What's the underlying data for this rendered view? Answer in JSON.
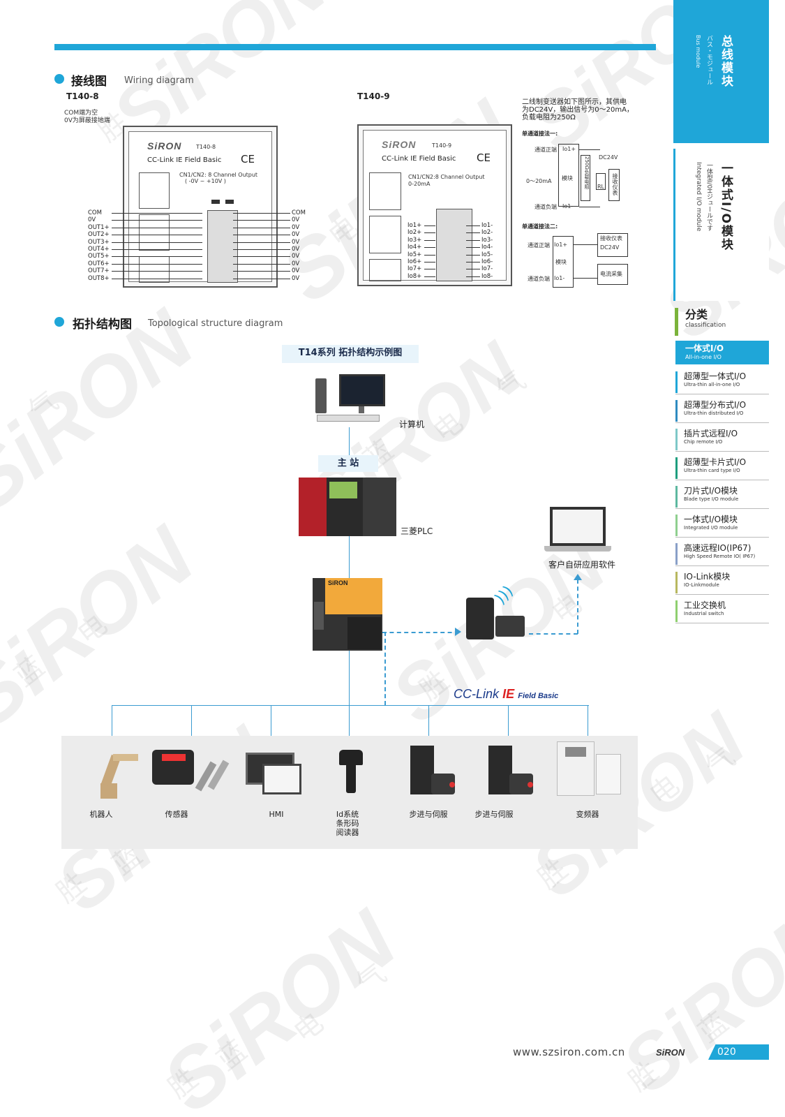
{
  "watermark": {
    "brand": "SiRON",
    "chars": [
      "胜",
      "蓝",
      "电",
      "气"
    ]
  },
  "wiring": {
    "title": "接线图",
    "subtitle": "Wiring diagram",
    "t8": {
      "model": "T140-8",
      "note1": "COM端为空",
      "note2": "0V为屏蔽接地端",
      "panel_brand": "SiRON",
      "panel_model": "T140-8",
      "panel_name": "CC-Link IE Field Basic",
      "ce": "CE",
      "channel": "CN1/CN2: 8 Channel Output",
      "range": "( -0V ~ +10V )",
      "left_pins": [
        "COM",
        "0V",
        "OUT1+",
        "OUT2+",
        "OUT3+",
        "OUT4+",
        "OUT5+",
        "OUT6+",
        "OUT7+",
        "OUT8+"
      ],
      "right_pins": [
        "COM",
        "0V",
        "0V",
        "0V",
        "0V",
        "0V",
        "0V",
        "0V",
        "0V",
        "0V"
      ]
    },
    "t9": {
      "model": "T140-9",
      "panel_brand": "SiRON",
      "panel_model": "T140-9",
      "panel_name": "CC-Link IE Field Basic",
      "ce": "CE",
      "channel": "CN1/CN2:8 Channel Output",
      "range": "0-20mA",
      "left_pins": [
        "Io1+",
        "Io2+",
        "Io3+",
        "Io4+",
        "Io5+",
        "Io6+",
        "Io7+",
        "Io8+"
      ],
      "right_pins": [
        "Io1-",
        "Io2-",
        "Io3-",
        "Io4-",
        "Io5-",
        "Io6-",
        "Io7-",
        "Io8-"
      ]
    },
    "transmitter": {
      "desc1": "二线制变送器如下图所示，其供电",
      "desc2": "为DC24V，输出信号为0～20mA，",
      "desc3": "负载电阻为250Ω",
      "m1_title": "单通道接法一:",
      "m1_pos": "通道正端",
      "m1_pos_pin": "Io1+",
      "m1_range": "0～20mA",
      "m1_module": "模块",
      "m1_load": "250Ω负载电阻",
      "m1_rl": "RL",
      "m1_dc": "DC24V",
      "m1_meter": "接收仪表",
      "m1_neg": "通道负端",
      "m1_neg_pin": "Io1-",
      "m2_title": "单通道接法二:",
      "m2_pos": "通道正端",
      "m2_pos_pin": "Io1+",
      "m2_module": "模块",
      "m2_neg": "通道负端",
      "m2_neg_pin": "Io1-",
      "m2_meter": "接收仪表",
      "m2_dc": "DC24V",
      "m2_acq": "电流采集"
    }
  },
  "topology": {
    "title": "拓扑结构图",
    "subtitle": "Topological structure diagram",
    "banner": "T14系列 拓扑结构示例图",
    "computer": "计算机",
    "master": "主 站",
    "plc": "三菱PLC",
    "software": "客户自研应用软件",
    "module_brand": "SiRON",
    "cclink": "CC-Link",
    "ie": "IE",
    "field_basic": "Field Basic",
    "devices": [
      "机器人",
      "传感器",
      "HMI",
      "Id系统\n条形码\n阅读器",
      "步进与伺服",
      "步进与伺服",
      "变频器"
    ]
  },
  "sidebar": {
    "bus_cn": "总线模块",
    "bus_jp": "バス・モジュール",
    "bus_en": "Bus module",
    "io_cn": "一体式I/O模块",
    "io_jp": "一体型I/0Hジュールです",
    "io_en": "Integrated I/O module",
    "class_cn": "分类",
    "class_en": "classification",
    "active_cn": "一体式I/O",
    "active_en": "All-in-one I/O",
    "items": [
      {
        "cn": "超薄型一体式I/O",
        "en": "Ultra-thin all-in-one I/O",
        "color": "#1fa6d8"
      },
      {
        "cn": "超薄型分布式I/O",
        "en": "Ultra-thin distributed I/O",
        "color": "#2e8bc0"
      },
      {
        "cn": "插片式远程I/O",
        "en": "Chip remote I/O",
        "color": "#7ec8c8"
      },
      {
        "cn": "超薄型卡片式I/O",
        "en": "Ultra-thin card type I/O",
        "color": "#1e9e7e"
      },
      {
        "cn": "刀片式I/O模块",
        "en": "Blade type I/O module",
        "color": "#5db8a0"
      },
      {
        "cn": "一体式I/O模块",
        "en": "Integrated I/O module",
        "color": "#8fcf8f"
      },
      {
        "cn": "高速远程IO(IP67)",
        "en": "High Speed Remote IO( IP67)",
        "color": "#8aa0c8"
      },
      {
        "cn": "IO-Link模块",
        "en": "IO-Linkmodule",
        "color": "#b8b860"
      },
      {
        "cn": "工业交换机",
        "en": "Industrial switch",
        "color": "#8fcf6f"
      }
    ]
  },
  "footer": {
    "url": "www.szsiron.com.cn",
    "logo": "SiRON",
    "page": "020"
  }
}
